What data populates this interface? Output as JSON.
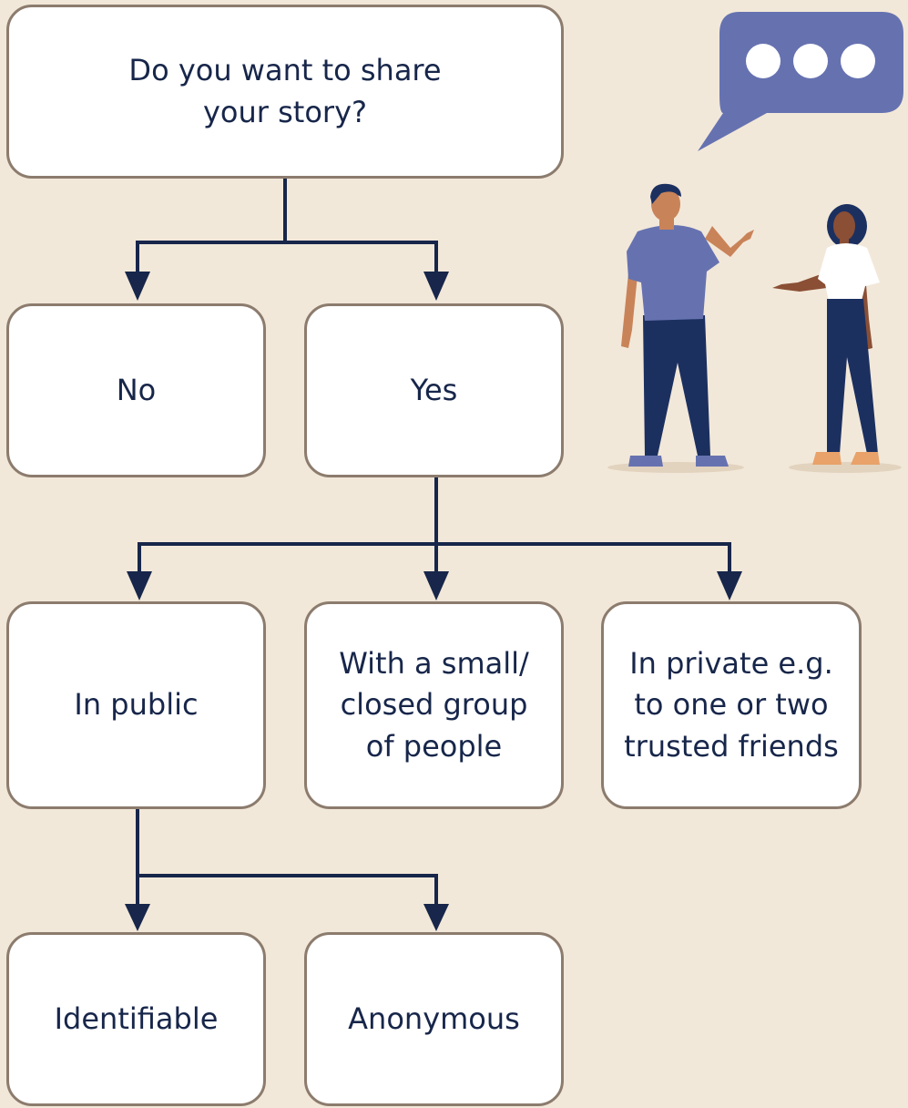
{
  "colors": {
    "background": "#f2e8d9",
    "box_fill": "#ffffff",
    "box_border": "#8c7c6e",
    "connector": "#17264a",
    "text": "#17264a",
    "speech_bubble": "#6672b0"
  },
  "flowchart": {
    "question": "Do you want to share\nyour story?",
    "answers": {
      "no": "No",
      "yes": "Yes"
    },
    "yes_options": {
      "public": "In public",
      "small_group": "With a small/\nclosed group\nof people",
      "private": "In private e.g.\nto one or two\ntrusted friends"
    },
    "public_options": {
      "identifiable": "Identifiable",
      "anonymous": "Anonymous"
    }
  },
  "illustration": {
    "icon": "two-people-talking-illustration",
    "bubble_icon": "speech-bubble-ellipsis-icon"
  }
}
